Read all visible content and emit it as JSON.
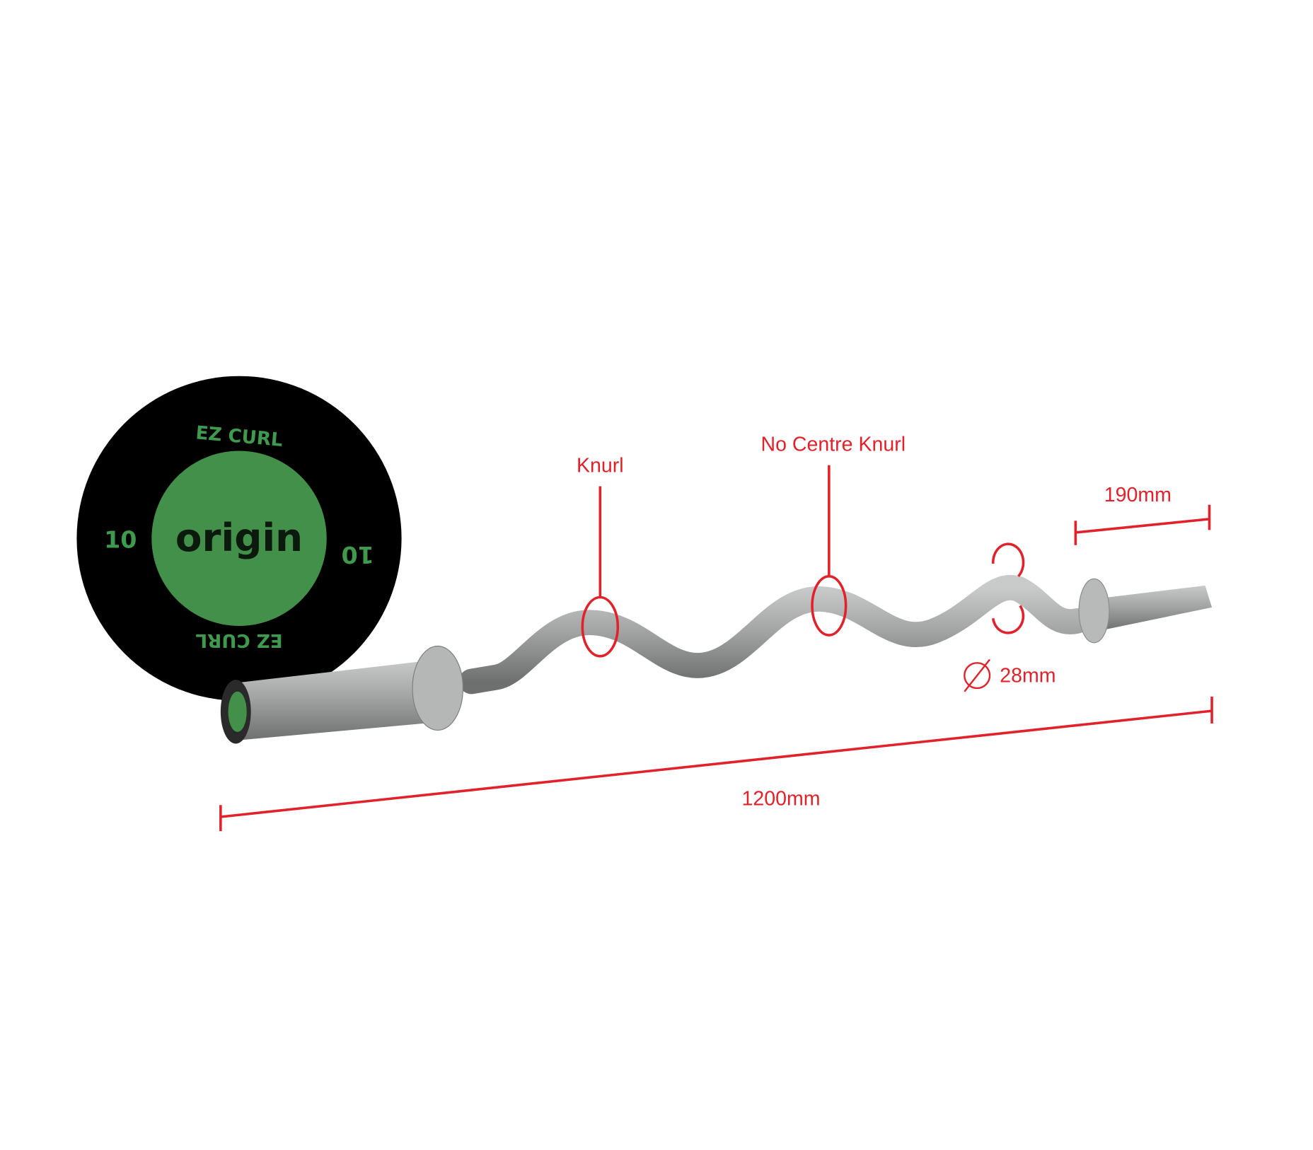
{
  "plate": {
    "top_text": "EZ CURL",
    "bottom_text": "EZ CURL",
    "left_weight": "10",
    "right_weight": "10",
    "logo": "origin"
  },
  "annotations": {
    "knurl": "Knurl",
    "no_centre_knurl": "No Centre Knurl",
    "sleeve_length": "190mm",
    "diameter": "28mm",
    "total_length": "1200mm"
  },
  "colors": {
    "annotation": "#e2222b",
    "plate": "#000000",
    "plate_center": "#43904a",
    "plate_text": "#3f9a4e",
    "bar": "#9a9c9b"
  }
}
